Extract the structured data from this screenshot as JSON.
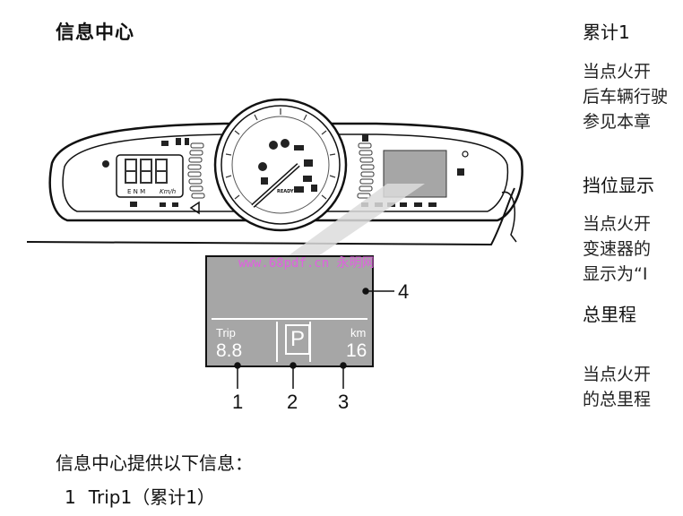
{
  "page": {
    "title": "信息中心",
    "intro": "信息中心提供以下信息：",
    "list": [
      {
        "num": "1",
        "text": "Trip1（累计1）"
      }
    ]
  },
  "watermark": "www.68pdf.cn 永明网",
  "display": {
    "trip_label": "Trip",
    "trip_value": "8.8",
    "gear": "P",
    "km_label": "km",
    "km_value": "16",
    "seg_unit": "Km/h",
    "seg_modes": "E N M",
    "gauge_label": "READY"
  },
  "callouts": [
    "1",
    "2",
    "3",
    "4"
  ],
  "right_column": {
    "sections": [
      {
        "heading": "累计1",
        "lines": [
          "当点火开",
          "后车辆行驶",
          "参见本章"
        ]
      },
      {
        "heading": "挡位显示",
        "lines": [
          "当点火开",
          "变速器的",
          "显示为“I"
        ]
      },
      {
        "heading": "总里程",
        "lines": [
          "当点火开",
          "的总里程"
        ]
      }
    ]
  },
  "colors": {
    "lcd_bg": "#a6a6a6",
    "lcd_line": "#ffffff",
    "watermark": "#e060e0"
  }
}
